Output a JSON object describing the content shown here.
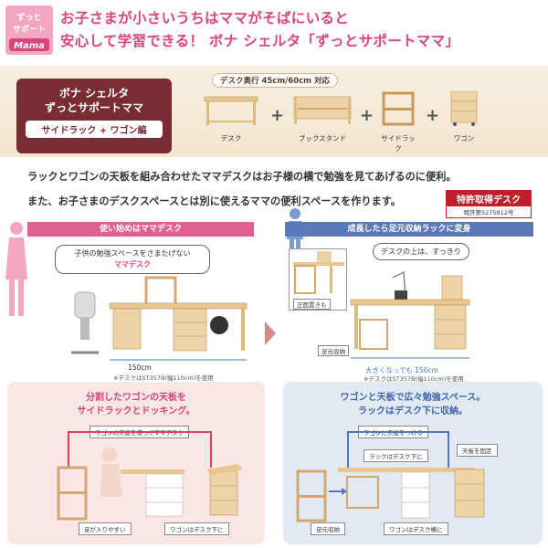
{
  "logo": {
    "line1": "ずっと",
    "line2": "サポート",
    "line3": "Mama"
  },
  "headline": {
    "line1": "お子さまが小さいうちはママがそばにいると",
    "line2": "安心して学習できる！ ボナ シェルタ「ずっとサポートママ」"
  },
  "series": {
    "line1": "ボナ シェルタ",
    "line2": "ずっとサポートママ",
    "sub": "サイドラック + ワゴン編"
  },
  "depth_label": "デスク奥行 45cm/60cm 対応",
  "products": [
    {
      "label": "デスク"
    },
    {
      "label": "ブックスタンド"
    },
    {
      "label": "サイドラック"
    },
    {
      "label": "ワゴン"
    }
  ],
  "plus": "+",
  "description": {
    "line1": "ラックとワゴンの天板を組み合わせたママデスクはお子様の横で勉強を見てあげるのに便利。",
    "line2": "また、お子さまのデスクスペースとは別に使えるママの便利スペースを作ります。"
  },
  "patent": {
    "title": "特許取得デスク",
    "number": "特許第5275912号"
  },
  "left_panel": {
    "title": "使い始めはママデスク",
    "callout": "子供の勉強スペースをさまたげない",
    "callout_em": "ママデスク",
    "width": "150cm",
    "note": "※デスクはST357B(幅110cm)を使用"
  },
  "right_panel": {
    "title": "成長したら足元収納ラックに変身",
    "callout": "デスクの上は、すっきり",
    "front_tag": "正面置きも",
    "foot_tag": "足元収納",
    "width": "大きくなっても 150cm",
    "note": "※デスクはST357B(幅110cm)を使用"
  },
  "bottom_left": {
    "title_line1": "分割したワゴンの天板を",
    "title_line2": "サイドラックとドッキング。",
    "tag_top": "ワゴンの天板を使ってママデスク",
    "tag_foot": "足が入りやすい",
    "tag_wagon": "ワゴンはデスク下に"
  },
  "bottom_right": {
    "title_line1": "ワゴンと天板で広々勉強スペース。",
    "title_line2": "ラックはデスク下に収納。",
    "tag_top": "ワゴンに天板をつける",
    "tag_rack": "ラックはデスク下に",
    "tag_fix": "天板を固定",
    "tag_foot": "足元収納",
    "tag_wagon": "ワゴンはデスク横に"
  },
  "colors": {
    "pink": "#d9457a",
    "maroon": "#7a2c33",
    "blue": "#5b79b8",
    "wood": "#e8c690"
  }
}
